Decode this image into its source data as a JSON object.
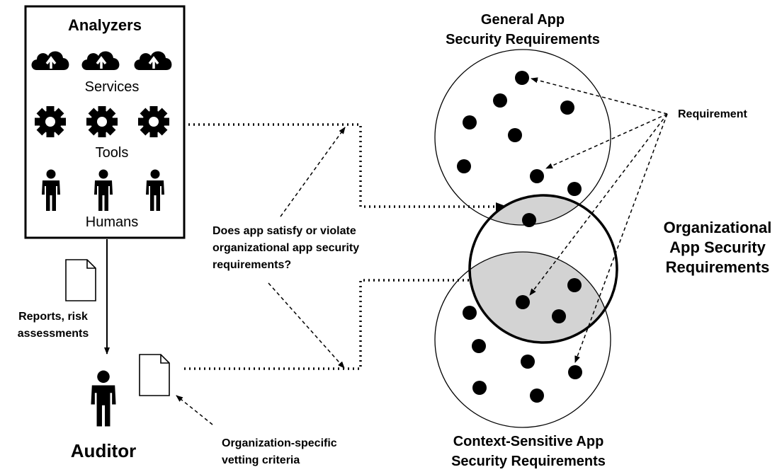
{
  "analyzers": {
    "title": "Analyzers",
    "services_label": "Services",
    "tools_label": "Tools",
    "humans_label": "Humans",
    "service_icon": "cloud-upload-icon",
    "tool_icon": "gear-icon",
    "human_icon": "person-icon"
  },
  "reports_label": [
    "Reports, risk",
    "assessments"
  ],
  "auditor_label": "Auditor",
  "question": [
    "Does app satisfy or violate",
    "organizational app security",
    "requirements?"
  ],
  "criteria": [
    "Organization-specific",
    "vetting criteria"
  ],
  "venn": {
    "general": [
      "General App",
      "Security Requirements"
    ],
    "organizational": [
      "Organizational",
      "App Security",
      "Requirements"
    ],
    "context": [
      "Context-Sensitive App",
      "Security Requirements"
    ],
    "requirement_label": "Requirement",
    "overlap_color": "#d3d3d3"
  }
}
